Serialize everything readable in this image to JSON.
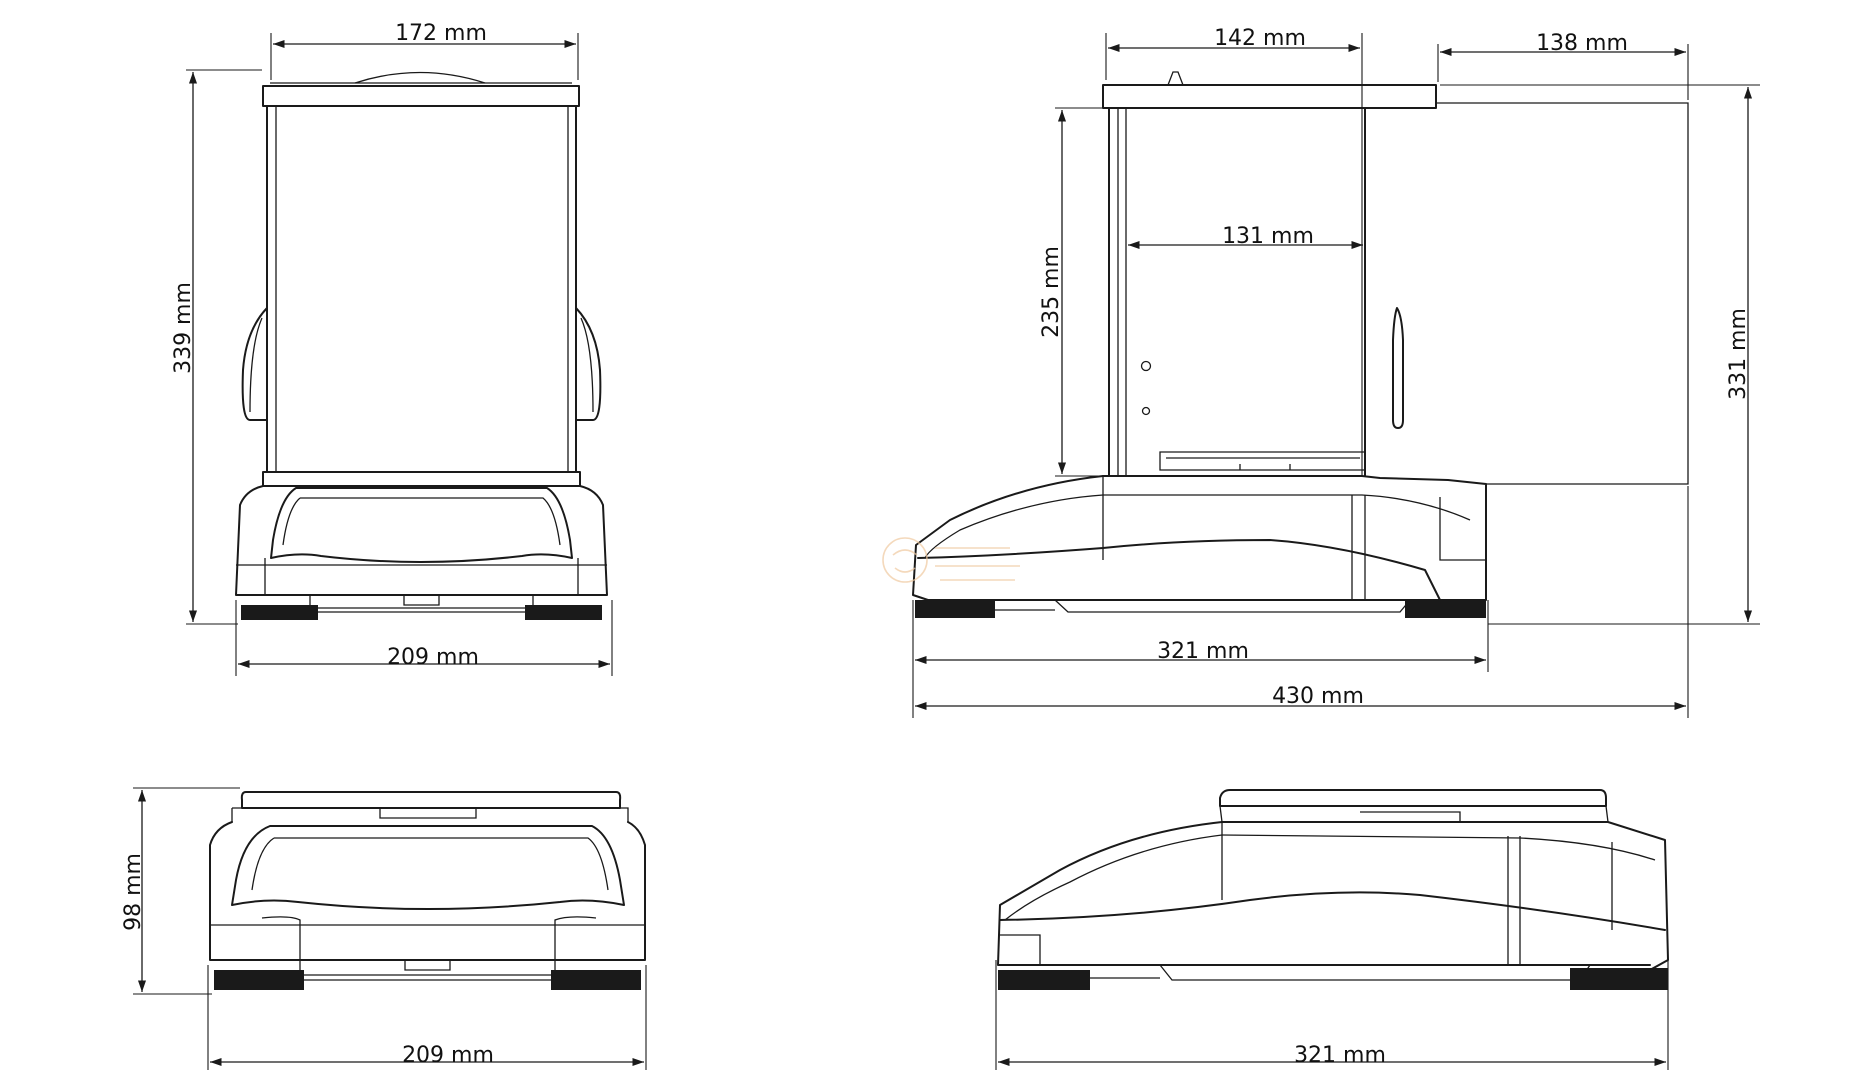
{
  "dimensions": {
    "front_width_top": "172 mm",
    "front_height": "339 mm",
    "front_base_width": "209 mm",
    "side_shield_width": "142 mm",
    "side_door_extension": "138 mm",
    "side_chamber_height": "235 mm",
    "side_chamber_depth": "131 mm",
    "side_total_height": "331 mm",
    "side_base_depth": "321 mm",
    "side_total_depth": "430 mm",
    "low_front_height": "98 mm",
    "low_front_width": "209 mm",
    "low_side_depth": "321 mm"
  },
  "colors": {
    "line": "#1a1a1a",
    "background": "#ffffff"
  }
}
